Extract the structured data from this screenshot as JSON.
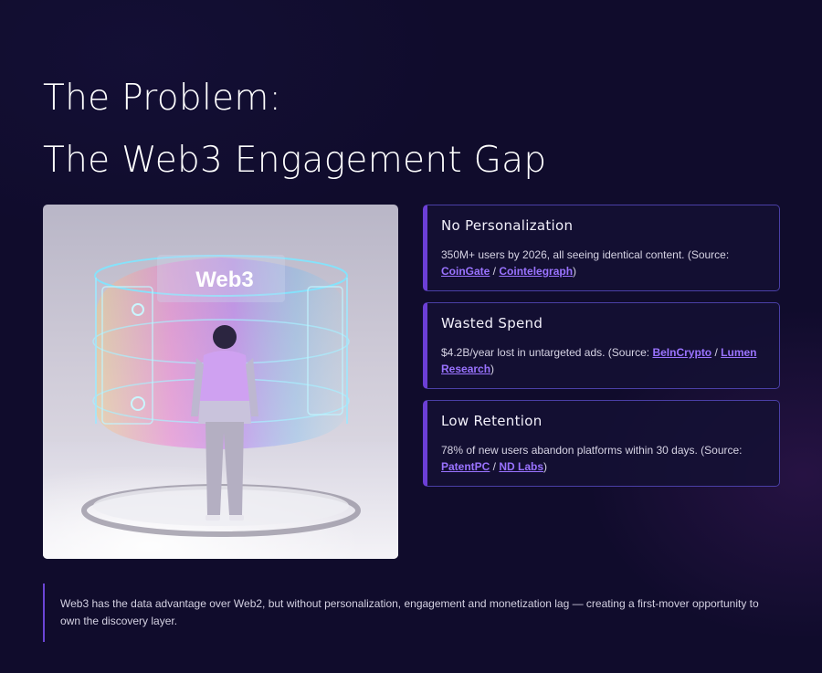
{
  "title": {
    "line1": "The Problem:",
    "line2": "The Web3 Engagement Gap"
  },
  "hero": {
    "label": "Web3"
  },
  "cards": [
    {
      "heading": "No Personalization",
      "text_before": "350M+ users by 2026, all seeing identical content. (Source: ",
      "link1": "CoinGate",
      "sep": " / ",
      "link2": "Cointelegraph",
      "text_after": ")"
    },
    {
      "heading": "Wasted Spend",
      "text_before": "$4.2B/year lost in untargeted ads. (Source: ",
      "link1": "BeInCrypto",
      "sep": " / ",
      "link2": "Lumen Research",
      "text_after": ")"
    },
    {
      "heading": "Low Retention",
      "text_before": "78% of new users abandon platforms within 30 days. (Source: ",
      "link1": "PatentPC",
      "sep": " / ",
      "link2": "ND Labs",
      "text_after": ")"
    }
  ],
  "quote": "Web3 has the data advantage over Web2, but without personalization, engagement and monetization lag — creating a first-mover opportunity to own the discovery layer.",
  "colors": {
    "background": "#100c2c",
    "accent": "#6c3fd6",
    "link": "#9a73ff",
    "card_border": "#4a3fa6"
  }
}
